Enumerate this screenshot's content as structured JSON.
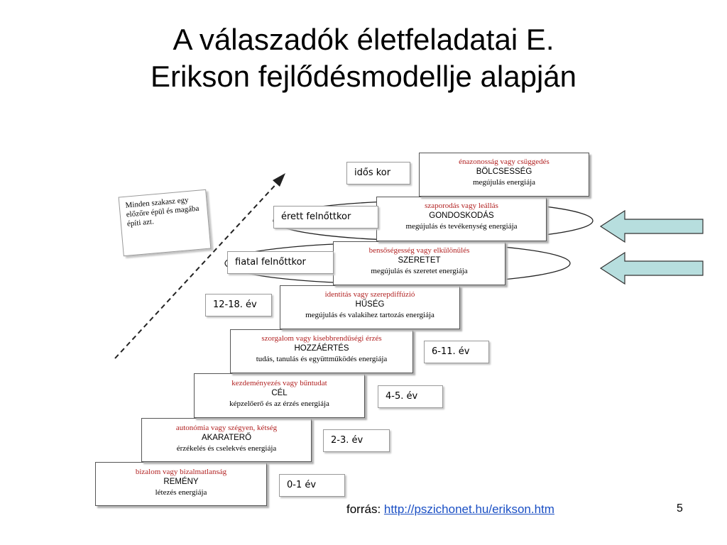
{
  "slide": {
    "title_line1": "A válaszadók életfeladatai E.",
    "title_line2": "Erikson fejlődésmodellje alapján",
    "page_number": "5"
  },
  "note": "Minden szakasz egy előzőre épül és magába építi azt.",
  "stages": [
    {
      "crisis": "bizalom vagy bizalmatlanság",
      "virtue": "REMÉNY",
      "energy": "létezés energiája",
      "age": "0-1 év"
    },
    {
      "crisis": "autonómia vagy szégyen, kétség",
      "virtue": "AKARATERŐ",
      "energy": "érzékelés és cselekvés energiája",
      "age": "2-3. év"
    },
    {
      "crisis": "kezdeményezés vagy bűntudat",
      "virtue": "CÉL",
      "energy": "képzelőerő és az érzés energiája",
      "age": "4-5. év"
    },
    {
      "crisis": "szorgalom vagy kisebbrendűségi érzés",
      "virtue": "HOZZÁÉRTÉS",
      "energy": "tudás, tanulás és együttműködés energiája",
      "age": "6-11. év"
    },
    {
      "crisis": "identitás vagy szerepdiffúzió",
      "virtue": "HŰSÉG",
      "energy": "megújulás és valakihez tartozás energiája",
      "age": "12-18. év"
    },
    {
      "crisis": "bensőségesség vagy elkülönülés",
      "virtue": "SZERETET",
      "energy": "megújulás és szeretet energiája",
      "age": "fiatal felnőttkor"
    },
    {
      "crisis": "szaporodás vagy leállás",
      "virtue": "GONDOSKODÁS",
      "energy": "megújulás és tevékenység energiája",
      "age": "érett felnőttkor"
    },
    {
      "crisis": "énazonosság vagy csüggedés",
      "virtue": "BÖLCSESSÉG",
      "energy": "megújulás energiája",
      "age": "idős kor"
    }
  ],
  "source": {
    "label": "forrás:",
    "link_text": "http://pszichonet.hu/erikson.htm"
  },
  "colors": {
    "crisis_text": "#b22222",
    "arrow_fill": "#b7dede",
    "link": "#1a4fc4"
  }
}
